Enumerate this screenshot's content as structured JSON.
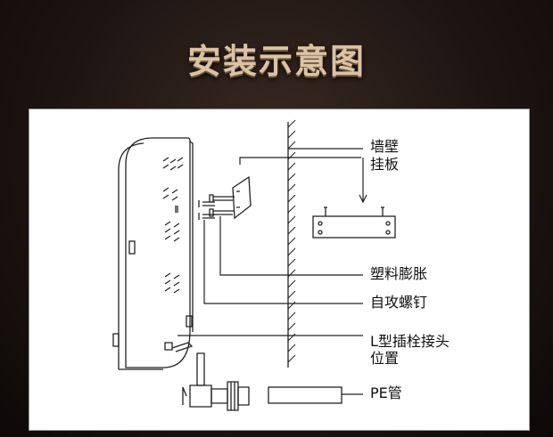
{
  "page": {
    "title": "安装示意图"
  },
  "labels": {
    "wall": "墙壁",
    "hanging_plate": "挂板",
    "plastic_expansion": "塑料膨胀",
    "self_tapping_screw": "自攻螺钉",
    "l_plug_joint_line1": "L型插栓接头",
    "l_plug_joint_line2": "位置",
    "pe_pipe": "PE管"
  }
}
